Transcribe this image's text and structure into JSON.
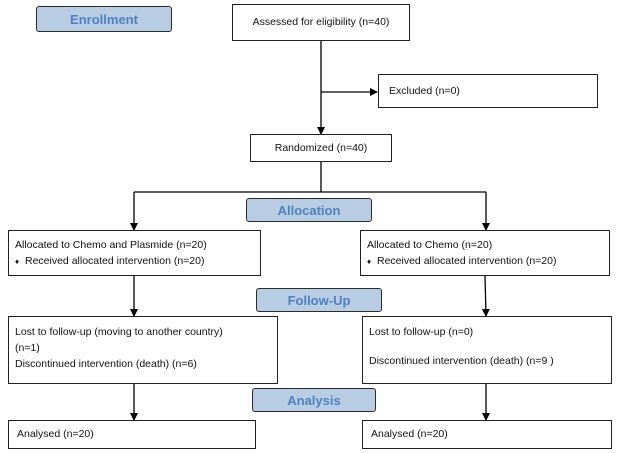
{
  "stages": {
    "enrollment": "Enrollment",
    "allocation": "Allocation",
    "follow_up": "Follow-Up",
    "analysis": "Analysis"
  },
  "eligibility": "Assessed for eligibility (n=40)",
  "excluded": "Excluded  (n=0)",
  "randomized": "Randomized (n=40)",
  "left_arm": {
    "allocated": "Allocated to Chemo and Plasmide (n=20)",
    "received": "Received allocated intervention (n=20)",
    "lost": "Lost to follow-up (moving to another country)",
    "lost_count": "(n=1)",
    "discontinued": "Discontinued intervention (death) (n=6)",
    "analysed": "Analysed  (n=20)"
  },
  "right_arm": {
    "allocated": "Allocated to Chemo (n=20)",
    "received": "Received allocated intervention (n=20)",
    "lost": "Lost to follow-up (n=0)",
    "discontinued": "Discontinued intervention (death) (n=9 )",
    "analysed": "Analysed  (n=20)"
  },
  "bullet_icon": "diamond-bullet-icon",
  "colors": {
    "stage_fill": "#b8cce4",
    "stage_text": "#4f81bd",
    "line": "#000000"
  }
}
